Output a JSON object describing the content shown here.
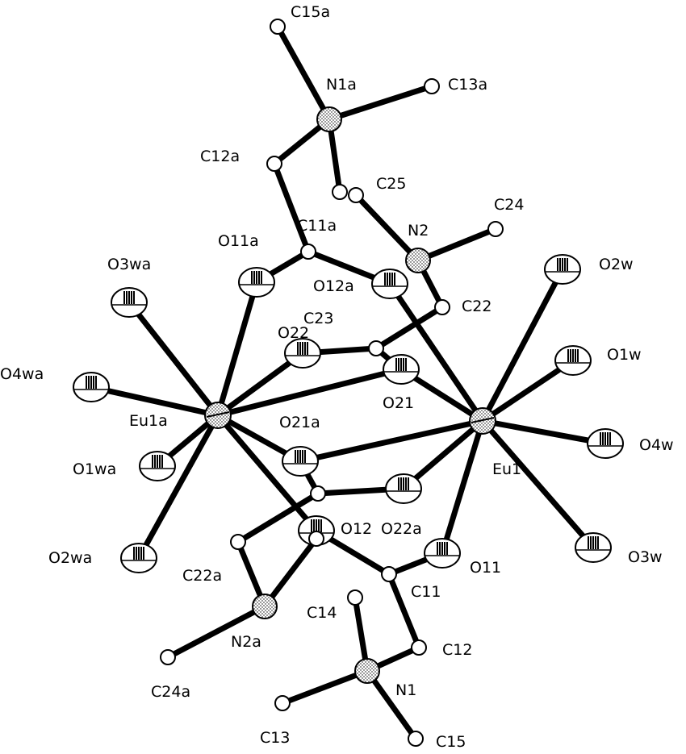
{
  "diagram": {
    "kind": "ORTEP molecular structure",
    "bond_color": "#000000",
    "atom_fill": "#ffffff",
    "atoms": [
      {
        "id": "Eu1",
        "label": "Eu1",
        "type": "Eu"
      },
      {
        "id": "Eu1a",
        "label": "Eu1a",
        "type": "Eu"
      },
      {
        "id": "O1w",
        "label": "O1w",
        "type": "O"
      },
      {
        "id": "O2w",
        "label": "O2w",
        "type": "O"
      },
      {
        "id": "O3w",
        "label": "O3w",
        "type": "O"
      },
      {
        "id": "O4w",
        "label": "O4w",
        "type": "O"
      },
      {
        "id": "O1wa",
        "label": "O1wa",
        "type": "O"
      },
      {
        "id": "O2wa",
        "label": "O2wa",
        "type": "O"
      },
      {
        "id": "O3wa",
        "label": "O3wa",
        "type": "O"
      },
      {
        "id": "O4wa",
        "label": "O4wa",
        "type": "O"
      },
      {
        "id": "O11",
        "label": "O11",
        "type": "O"
      },
      {
        "id": "O11a",
        "label": "O11a",
        "type": "O"
      },
      {
        "id": "O12",
        "label": "O12",
        "type": "O"
      },
      {
        "id": "O12a",
        "label": "O12a",
        "type": "O"
      },
      {
        "id": "O21",
        "label": "O21",
        "type": "O"
      },
      {
        "id": "O21a",
        "label": "O21a",
        "type": "O"
      },
      {
        "id": "O22",
        "label": "O22",
        "type": "O"
      },
      {
        "id": "O22a",
        "label": "O22a",
        "type": "O"
      },
      {
        "id": "N1",
        "label": "N1",
        "type": "N"
      },
      {
        "id": "N1a",
        "label": "N1a",
        "type": "N"
      },
      {
        "id": "N2",
        "label": "N2",
        "type": "N"
      },
      {
        "id": "N2a",
        "label": "N2a",
        "type": "N"
      },
      {
        "id": "C11",
        "label": "C11",
        "type": "C"
      },
      {
        "id": "C11a",
        "label": "C11a",
        "type": "C"
      },
      {
        "id": "C12",
        "label": "C12",
        "type": "C"
      },
      {
        "id": "C12a",
        "label": "C12a",
        "type": "C"
      },
      {
        "id": "C13",
        "label": "C13",
        "type": "C"
      },
      {
        "id": "C13a",
        "label": "C13a",
        "type": "C"
      },
      {
        "id": "C14",
        "label": "C14",
        "type": "C"
      },
      {
        "id": "C15",
        "label": "C15",
        "type": "C"
      },
      {
        "id": "C15a",
        "label": "C15a",
        "type": "C"
      },
      {
        "id": "C22",
        "label": "C22",
        "type": "C"
      },
      {
        "id": "C22a",
        "label": "C22a",
        "type": "C"
      },
      {
        "id": "C23",
        "label": "C23",
        "type": "C"
      },
      {
        "id": "C23a",
        "label": "",
        "type": "C"
      },
      {
        "id": "C24",
        "label": "C24",
        "type": "C"
      },
      {
        "id": "C24a",
        "label": "C24a",
        "type": "C"
      },
      {
        "id": "C25",
        "label": "C25",
        "type": "C"
      },
      {
        "id": "C25a",
        "label": "",
        "type": "C"
      },
      {
        "id": "C14a",
        "label": "",
        "type": "C"
      }
    ],
    "bonds": [
      [
        "Eu1",
        "O1w"
      ],
      [
        "Eu1",
        "O2w"
      ],
      [
        "Eu1",
        "O3w"
      ],
      [
        "Eu1",
        "O4w"
      ],
      [
        "Eu1",
        "O11"
      ],
      [
        "Eu1",
        "O12a"
      ],
      [
        "Eu1",
        "O21"
      ],
      [
        "Eu1",
        "O21a"
      ],
      [
        "Eu1",
        "O22a"
      ],
      [
        "Eu1a",
        "O1wa"
      ],
      [
        "Eu1a",
        "O2wa"
      ],
      [
        "Eu1a",
        "O3wa"
      ],
      [
        "Eu1a",
        "O4wa"
      ],
      [
        "Eu1a",
        "O11a"
      ],
      [
        "Eu1a",
        "O12"
      ],
      [
        "Eu1a",
        "O21"
      ],
      [
        "Eu1a",
        "O21a"
      ],
      [
        "Eu1a",
        "O22"
      ],
      [
        "O11",
        "C11"
      ],
      [
        "O12",
        "C11"
      ],
      [
        "C11",
        "C12"
      ],
      [
        "C12",
        "N1"
      ],
      [
        "N1",
        "C13"
      ],
      [
        "N1",
        "C14"
      ],
      [
        "N1",
        "C15"
      ],
      [
        "O11a",
        "C11a"
      ],
      [
        "O12a",
        "C11a"
      ],
      [
        "C11a",
        "C12a"
      ],
      [
        "C12a",
        "N1a"
      ],
      [
        "N1a",
        "C13a"
      ],
      [
        "N1a",
        "C15a"
      ],
      [
        "N1a",
        "C14a"
      ],
      [
        "O21",
        "C23"
      ],
      [
        "O22",
        "C23"
      ],
      [
        "C23",
        "C22"
      ],
      [
        "C22",
        "N2"
      ],
      [
        "N2",
        "C24"
      ],
      [
        "N2",
        "C25"
      ],
      [
        "O21a",
        "C23a"
      ],
      [
        "O22a",
        "C23a"
      ],
      [
        "C23a",
        "C22a"
      ],
      [
        "C22a",
        "N2a"
      ],
      [
        "N2a",
        "C24a"
      ],
      [
        "N2a",
        "C25a"
      ]
    ]
  }
}
